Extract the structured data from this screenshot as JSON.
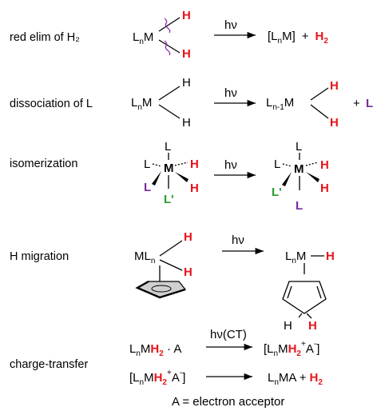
{
  "rows": {
    "row1": {
      "label": "red elim of H₂",
      "metal": "L",
      "metal_sub": "n",
      "metal_M": "M",
      "H": "H",
      "arrow": "hν",
      "product_open": "[L",
      "product_sub": "n",
      "product_close": "M]",
      "plus": "+",
      "H2": "H",
      "H2_sub": "2"
    },
    "row2": {
      "label": "dissociation of L",
      "reactant_L": "L",
      "reactant_sub": "n",
      "reactant_M": "M",
      "H": "H",
      "arrow": "hν",
      "product_L": "L",
      "product_sub": "n-1",
      "product_M": "M",
      "plus": "+",
      "free_L": "L"
    },
    "row3": {
      "label": "isomerization",
      "L": "L",
      "M": "M",
      "H": "H",
      "Lprime": "L'",
      "arrow": "hν"
    },
    "row4": {
      "label": "H migration",
      "ML": "ML",
      "ML_sub": "n",
      "H": "H",
      "arrow": "hν",
      "product_L": "L",
      "product_sub": "n",
      "product_M": "M"
    },
    "row5": {
      "label": "charge-transfer",
      "arrow_label": "hν(CT)",
      "eq1_left_a": "L",
      "eq1_left_sub": "n",
      "eq1_left_b": "M",
      "eq1_H2": "H",
      "eq1_H2_sub": "2",
      "eq1_dot": " · A",
      "eq1_right_a": "[L",
      "eq1_right_sub": "n",
      "eq1_right_b": "M",
      "eq1_right_H2": "H",
      "eq1_right_H2_sub": "2",
      "eq1_right_plus": "+",
      "eq1_right_A": "A",
      "eq1_right_minus": "-",
      "eq1_right_close": "]",
      "eq2_left_a": "[L",
      "eq2_left_sub": "n",
      "eq2_left_b": "M",
      "eq2_left_H2": "H",
      "eq2_left_H2_sub": "2",
      "eq2_left_plus": "+",
      "eq2_left_A": "A",
      "eq2_left_minus": "-",
      "eq2_left_close": "]",
      "eq2_right_a": "L",
      "eq2_right_sub": "n",
      "eq2_right_b": "MA +",
      "eq2_right_H2": "H",
      "eq2_right_H2_sub": "2"
    }
  },
  "footnote": "A = electron acceptor",
  "colors": {
    "red": "#e8141c",
    "purple": "#7a2b9a",
    "green": "#2a9a2a"
  }
}
